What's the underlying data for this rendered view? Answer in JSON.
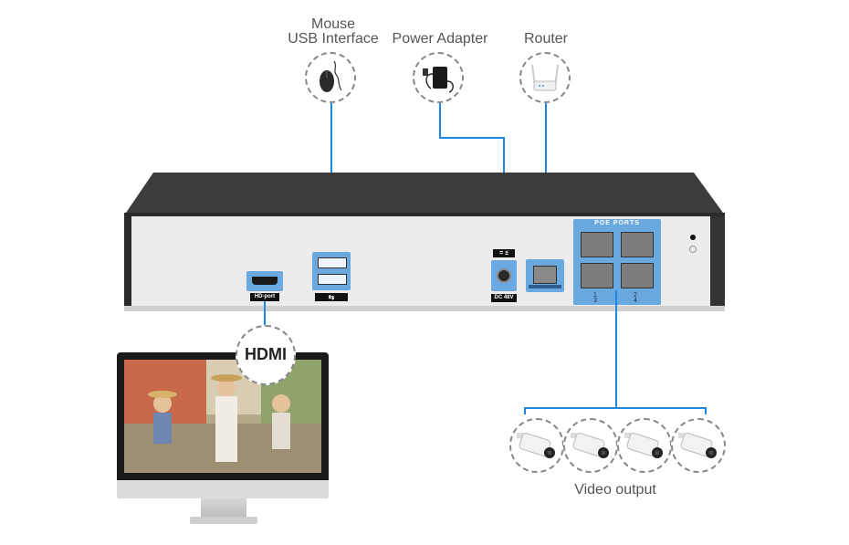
{
  "accessories": {
    "mouse_label_line1": "Mouse",
    "mouse_label_line2": "USB Interface",
    "power_label": "Power Adapter",
    "router_label": "Router"
  },
  "nvr": {
    "hdmi_port_label": "HD-port",
    "usb_port_symbol": "⇆",
    "dc_label": "DC 48V",
    "power_symbol": "= ±",
    "poe_title": "POE PORTS",
    "poe_numbers": [
      "1",
      "2",
      "3",
      "4"
    ]
  },
  "monitor": {
    "hdmi_badge": "HDMI"
  },
  "cameras": {
    "caption": "Video output",
    "count": 4
  },
  "colors": {
    "connector_line": "#1e88e5",
    "nvr_body": "#3a3a3a",
    "poe_panel": "#2f5f8f"
  },
  "icons": {
    "mouse": "mouse-icon",
    "power": "power-adapter-icon",
    "router": "router-icon",
    "camera": "bullet-camera-icon"
  }
}
